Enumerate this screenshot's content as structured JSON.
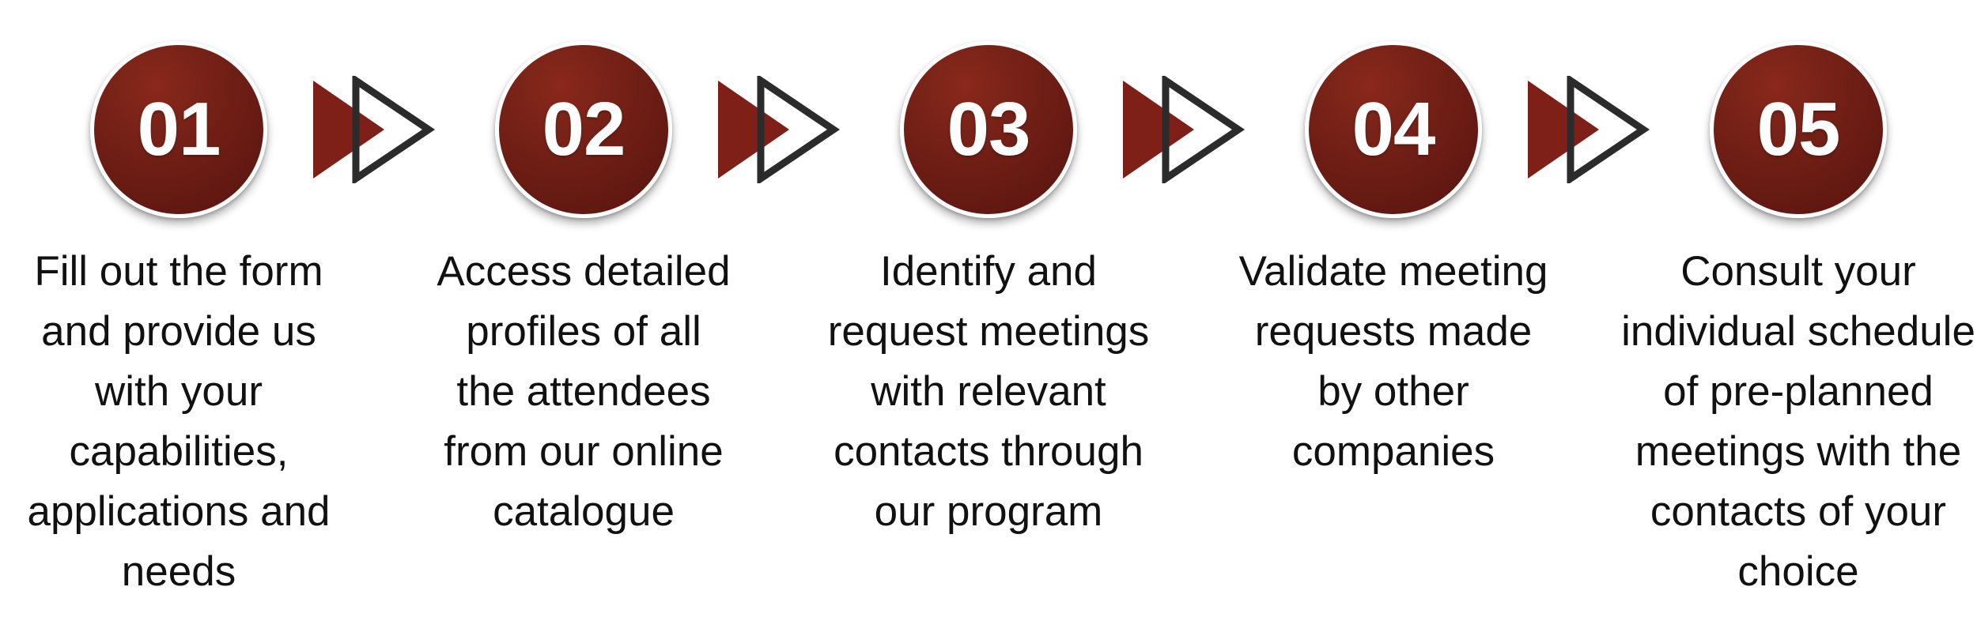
{
  "infographic": {
    "type": "process-steps",
    "orientation": "horizontal",
    "step_count": 5,
    "background_color": "#ffffff",
    "colors": {
      "circle_fill": "#7a2318",
      "circle_fill_light": "#8a281b",
      "circle_fill_dark": "#571510",
      "circle_border": "#ffffff",
      "number_color": "#ffffff",
      "arrow_solid": "#7e2018",
      "arrow_outline": "#2b2b2b",
      "caption_color": "#111111"
    },
    "connector": {
      "icon": "double-chevron-arrow-icon",
      "description": "filled dark red triangle overlapping a dark gray outlined triangle pointing right",
      "count": 4
    },
    "steps": [
      {
        "number": "01",
        "caption": "Fill out the form\nand provide us\nwith your\ncapabilities,\napplications and\nneeds"
      },
      {
        "number": "02",
        "caption": "Access detailed\nprofiles of all\nthe attendees\nfrom our online\ncatalogue"
      },
      {
        "number": "03",
        "caption": "Identify and\nrequest meetings\nwith relevant\ncontacts through\nour program"
      },
      {
        "number": "04",
        "caption": "Validate meeting\nrequests made\nby other\ncompanies"
      },
      {
        "number": "05",
        "caption": "Consult your\nindividual schedule\nof pre-planned\nmeetings with the\ncontacts of your\nchoice"
      }
    ]
  }
}
